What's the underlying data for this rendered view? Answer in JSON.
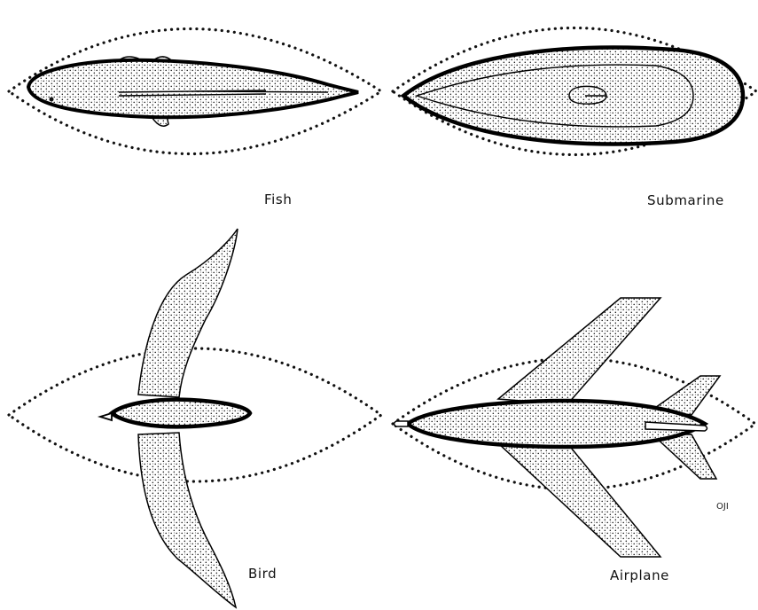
{
  "labels": {
    "fish": "Fish",
    "submarine": "Submarine",
    "bird": "Bird",
    "airplane": "Airplane"
  },
  "artist_mark": "OJI"
}
